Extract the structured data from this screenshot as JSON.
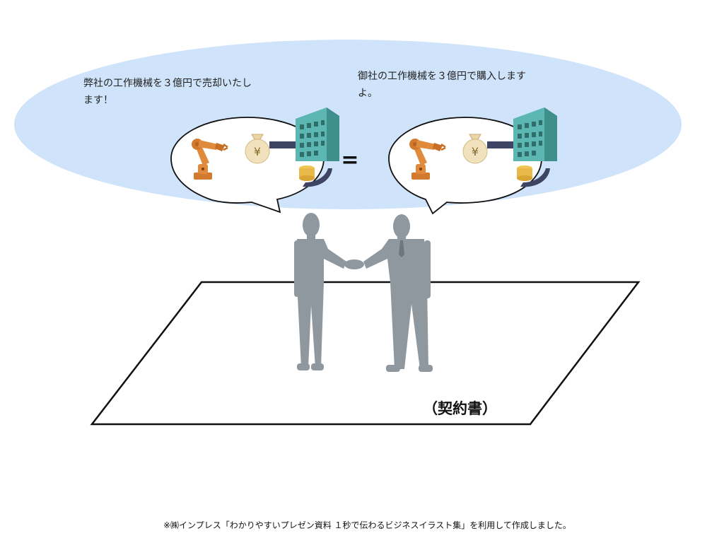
{
  "speech": {
    "seller": "弊社の工作機械を３億円で売却いたします！",
    "buyer": "御社の工作機械を３億円で購入しますよ。"
  },
  "equals_sign": "=",
  "contract_label": "（契約書）",
  "footer_credit": "※㈱インプレス「わかりやすいプレゼン資料 １秒で伝わるビジネスイラスト集」を利用して作成しました。",
  "icons": {
    "currency_symbol": "¥"
  },
  "colors": {
    "cloud": "#cfe4fa",
    "figure": "#8f989e",
    "robot": "#e08a3c",
    "building": "#4fa9a6",
    "money_bag": "#f1e1bd",
    "coin": "#e8b84a",
    "arm": "#3e4464"
  }
}
